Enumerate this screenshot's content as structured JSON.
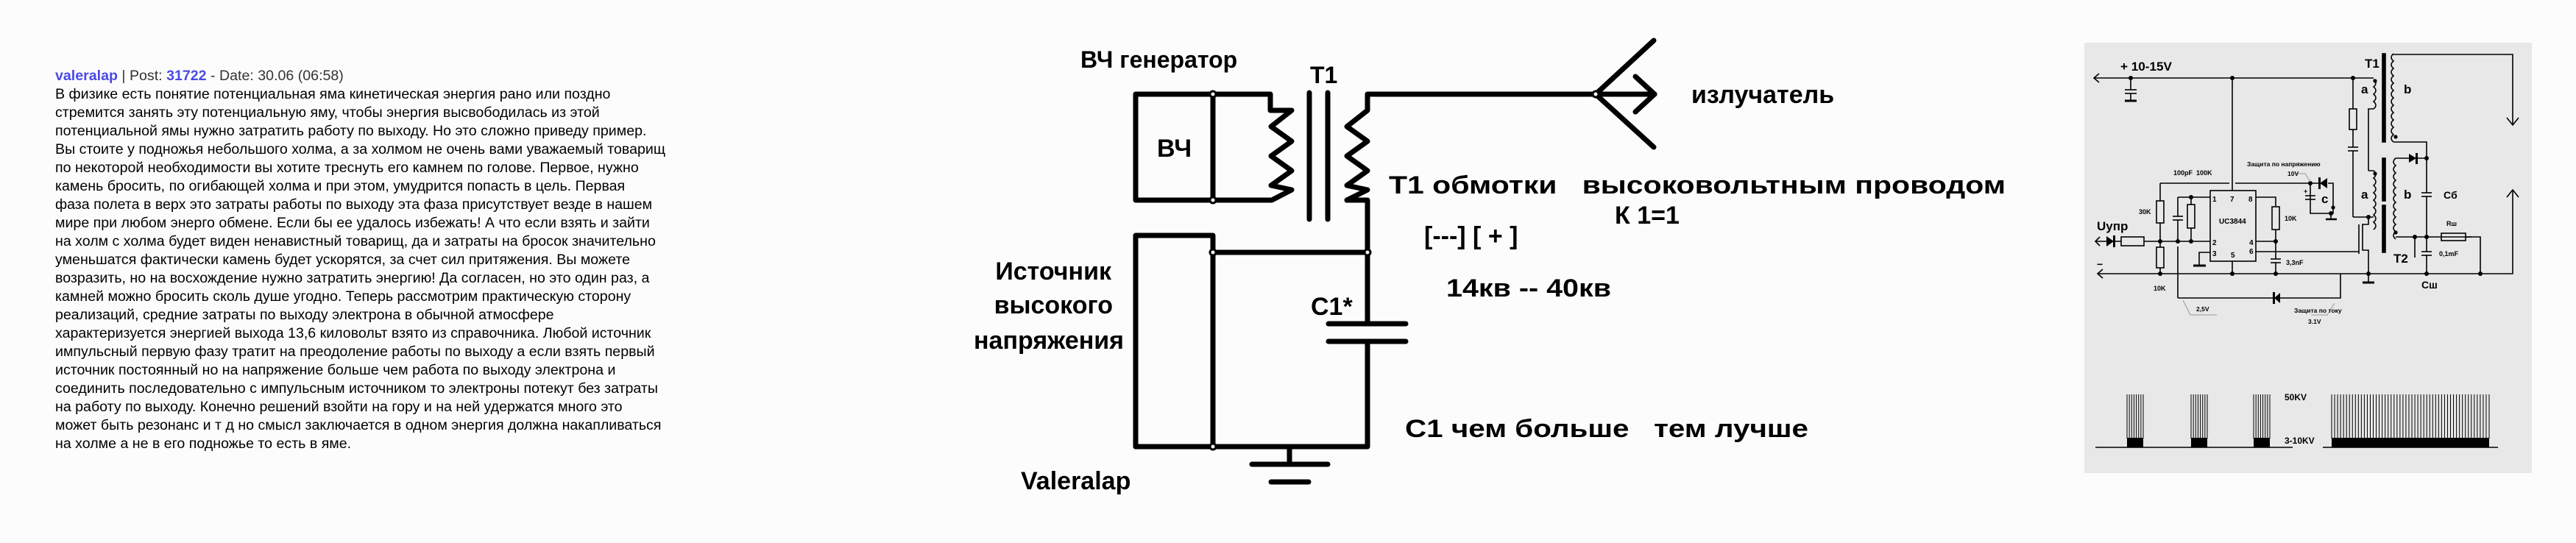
{
  "post": {
    "author": "valeralap",
    "separator": "|",
    "post_label": "Post:",
    "post_number": "31722",
    "date_label": "- Date: 30.06 (06:58)",
    "body_lines": [
      "В физике есть понятие потенциальная яма кинетическая энергия рано или поздно",
      "стремится занять эту потенциальную яму, чтобы энергия высвободилась из этой",
      "потенциальной ямы нужно затратить работу по выходу. Но это сложно приведу пример.",
      "Вы стоите у подножья небольшого холма, а за холмом не очень вами уважаемый товарищ",
      "по некоторой необходимости вы хотите треснуть его камнем по голове. Первое, нужно",
      "камень бросить, по огибающей холма и при этом, умудрится попасть в цель. Первая",
      "фаза полета в верх это затраты работы по выходу эта фаза присутствует везде в нашем",
      "мире при любом энерго обмене. Если бы ее удалось избежать! А что если взять и зайти",
      "на холм с холма будет виден ненавистный товарищ, да и затраты на бросок значительно",
      "уменьшатся фактически камень будет ускорятся, за счет сил притяжения. Вы можете",
      "возразить, но на восхождение нужно затратить энергию! Да согласен, но это один раз, а",
      "камней можно бросить сколь душе угодно. Теперь рассмотрим практическую сторону",
      "реализаций, средние затраты по выходу электрона в обычной атмосфере",
      "характеризуется энергией выхода 13,6 киловольт взято из справочника. Любой источник",
      "импульсный первую фазу тратит на преодоление работы по выходу а если взять первый",
      "источник постоянный но на напряжение больше чем работа по выходу электрона и",
      "соединить последовательно с импульсным источником то электроны потекут без затраты",
      "на работу по выходу. Конечно решений взойти на гору и на ней удержатся много это",
      "может быть резонанс и т д но смысл заключается в одном энергия должна накапливаться",
      "на холме а не в его подножье то есть в яме."
    ]
  },
  "schematic": {
    "hf_generator_label": "ВЧ генератор",
    "hf_block_label": "ВЧ",
    "transformer_label": "T1",
    "emitter_label": "излучатель",
    "winding_note": "T1 обмотки   высоковольтным проводом",
    "ratio_label": "К 1=1",
    "polarity_label": "[---] [ + ]",
    "voltage_range": "14кв -- 40кв",
    "capacitor_label": "C1*",
    "source_label_lines": [
      "Источник",
      "высокого",
      "напряжения"
    ],
    "capacitor_note": "C1 чем больше   тем лучше",
    "signature": "Valeralap"
  },
  "circuit": {
    "supply_label": "+ 10-15V",
    "t1_label": "T1",
    "t2_label": "T2",
    "winding_a": "a",
    "winding_b": "b",
    "winding_c": "c",
    "ic_label": "UC3844",
    "ic_pins": [
      "1",
      "7",
      "8",
      "2",
      "4",
      "3",
      "5",
      "6"
    ],
    "cap_resistor_label": "100pF  100K",
    "r30k": "30K",
    "r10k_right": "10K",
    "r10k_bottom": "10K",
    "cap_3n3": "3,3nF",
    "control_label": "Uупр",
    "minus_label": "−",
    "voltage_protection": "Защита по напряжению",
    "voltage_protection_value": "10V",
    "current_protection": "Защита по току",
    "current_protection_value": "3.1V",
    "ref_voltage": "2,5V",
    "cap_b_label": "Cб",
    "shunt_resistor": "Rш",
    "shunt_cap": "0,1mF",
    "shunt_cap_label": "Cш",
    "plus_sign": "+",
    "wave_high": "50KV",
    "wave_low": "3-10KV"
  }
}
